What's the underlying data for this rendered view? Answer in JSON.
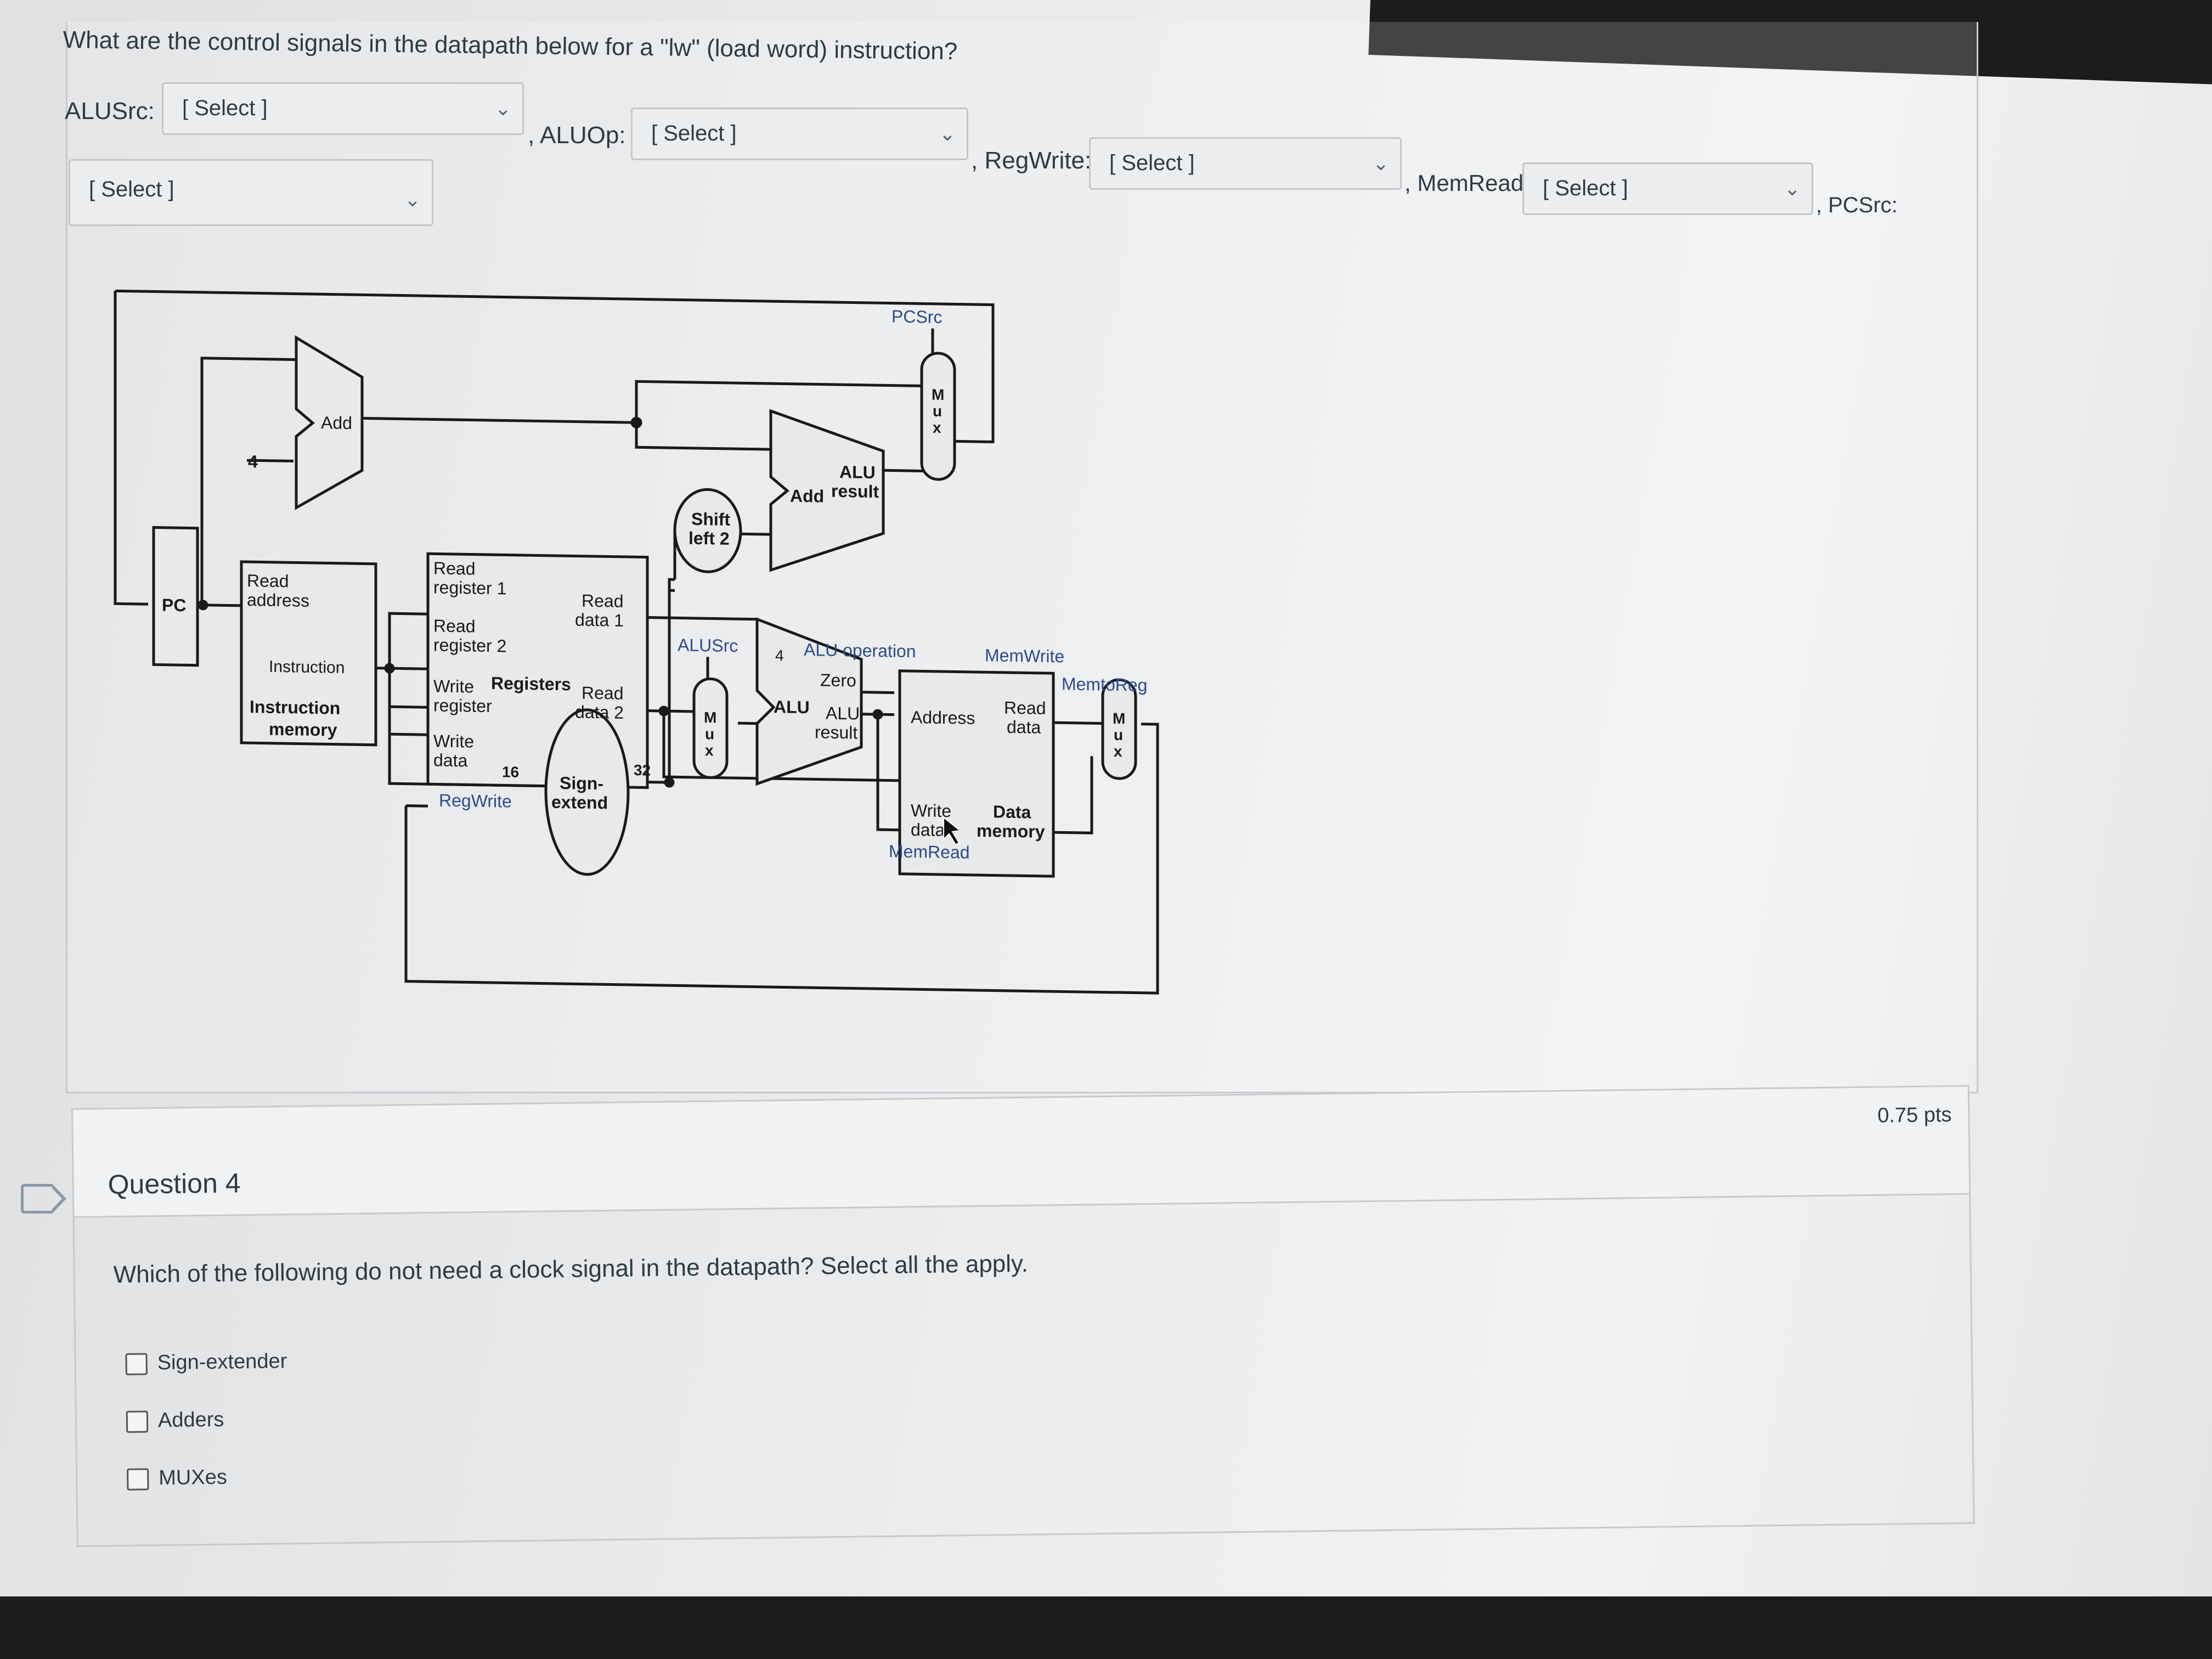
{
  "question3": {
    "text": "What are the control signals in the datapath below for a \"lw\" (load word) instruction?",
    "fields": [
      {
        "label": "ALUSrc:",
        "value": "[ Select ]"
      },
      {
        "label": ", ALUOp:",
        "value": "[ Select ]"
      },
      {
        "label": ", RegWrite:",
        "value": "[ Select ]"
      },
      {
        "label": ", MemRead:",
        "value": "[ Select ]"
      },
      {
        "label": ", PCSrc:",
        "value": "[ Select ]"
      }
    ]
  },
  "diagram": {
    "pc": "PC",
    "add": "Add",
    "four": "4",
    "imem_read": "Read",
    "imem_address": "address",
    "imem_instruction": "Instruction",
    "imem_title1": "Instruction",
    "imem_title2": "memory",
    "reg_r1a": "Read",
    "reg_r1b": "register 1",
    "reg_r2a": "Read",
    "reg_r2b": "register 2",
    "reg_wa": "Write",
    "reg_wb": "register",
    "reg_wda": "Write",
    "reg_wdb": "data",
    "reg_title": "Registers",
    "reg_rd1a": "Read",
    "reg_rd1b": "data 1",
    "reg_rd2a": "Read",
    "reg_rd2b": "data 2",
    "regwrite": "RegWrite",
    "sixteen": "16",
    "thirtytwo": "32",
    "sign1": "Sign-",
    "sign2": "extend",
    "shift1": "Shift",
    "shift2": "left 2",
    "add2": "Add",
    "alu_result_a": "ALU",
    "alu_result_b": "result",
    "pcsrc": "PCSrc",
    "mux_m": "M",
    "mux_u": "u",
    "mux_x": "x",
    "alusrc": "ALUSrc",
    "aluop_4": "4",
    "alu_operation": "ALU operation",
    "zero": "Zero",
    "alu": "ALU",
    "memwrite": "MemWrite",
    "memtoreg": "MemtoReg",
    "dmem_address": "Address",
    "dmem_read_a": "Read",
    "dmem_read_b": "data",
    "dmem_write_a": "Write",
    "dmem_write_b": "data",
    "dmem_title1": "Data",
    "dmem_title2": "memory",
    "memread": "MemRead"
  },
  "question4": {
    "title": "Question 4",
    "points": "0.75 pts",
    "text": "Which of the following do not need a clock signal in the datapath? Select all the apply.",
    "options": [
      "Sign-extender",
      "Adders",
      "MUXes"
    ]
  }
}
